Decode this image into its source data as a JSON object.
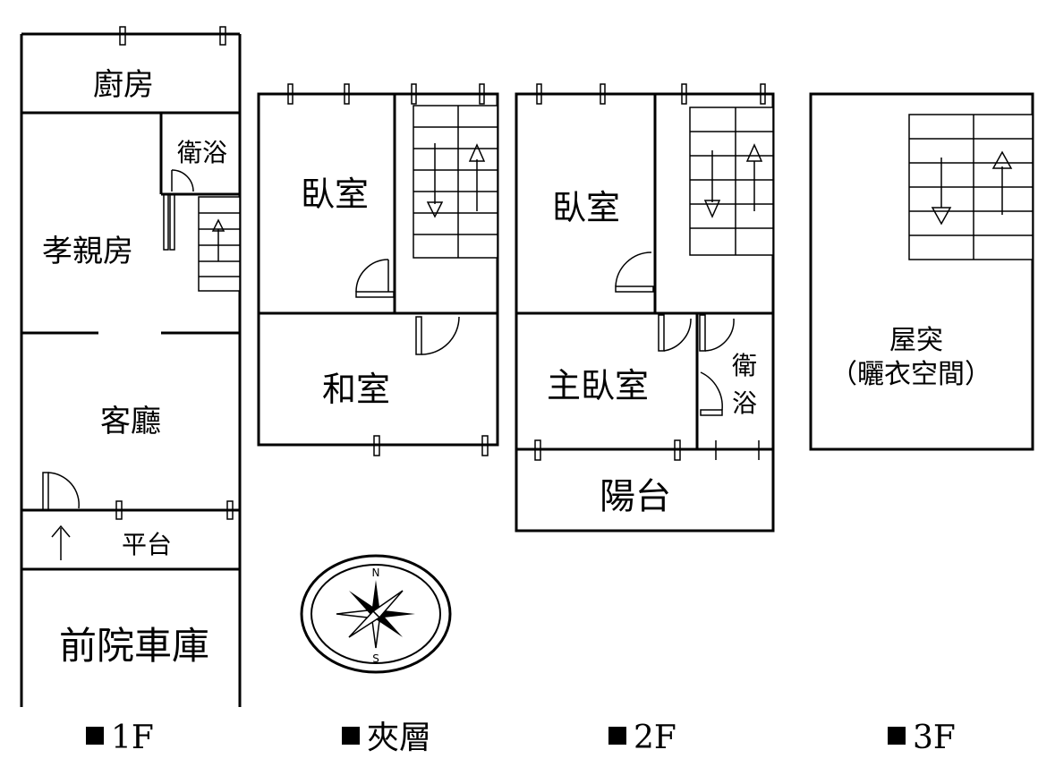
{
  "floor_labels": {
    "f1": "1F",
    "mezzanine": "夾層",
    "f2": "2F",
    "f3": "3F"
  },
  "floor_1": {
    "kitchen": "廚房",
    "bathroom": "衛浴",
    "parents_room": "孝親房",
    "living_room": "客廳",
    "platform": "平台",
    "front_yard_garage": "前院車庫"
  },
  "mezzanine": {
    "bedroom": "臥室",
    "japanese_room": "和室"
  },
  "floor_2": {
    "bedroom": "臥室",
    "master_bedroom": "主臥室",
    "bathroom_line1": "衛",
    "bathroom_line2": "浴",
    "balcony": "陽台"
  },
  "floor_3": {
    "rooftop_line1": "屋突",
    "rooftop_line2": "（曬衣空間）"
  },
  "compass": {
    "north": "N",
    "south": "S"
  }
}
